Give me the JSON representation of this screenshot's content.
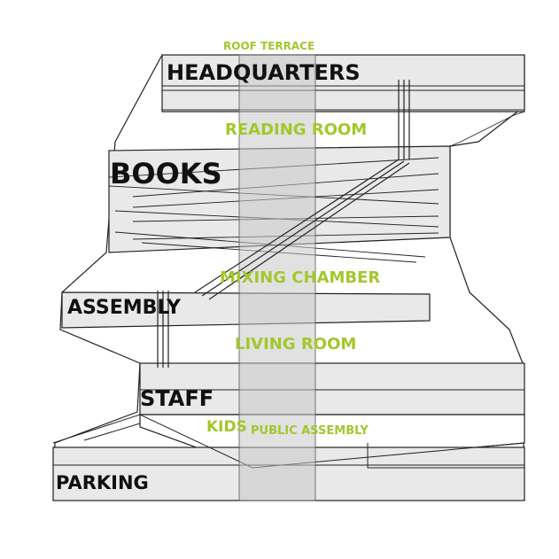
{
  "diagram": {
    "palette": {
      "program_fill": "#e9e9e9",
      "core_fill": "#c9c9c9",
      "line": "#222222",
      "program_text": "#111111",
      "space_text": "#a3c72c"
    },
    "programs": {
      "headquarters": "HEADQUARTERS",
      "books": "BOOKS",
      "assembly": "ASSEMBLY",
      "staff": "STAFF",
      "parking": "PARKING"
    },
    "spaces": {
      "roof_terrace": "ROOF TERRACE",
      "reading_room": "READING ROOM",
      "mixing_chamber": "MIXING CHAMBER",
      "living_room": "LIVING ROOM",
      "kids": "KIDS",
      "public_assembly": "PUBLIC ASSEMBLY"
    }
  }
}
